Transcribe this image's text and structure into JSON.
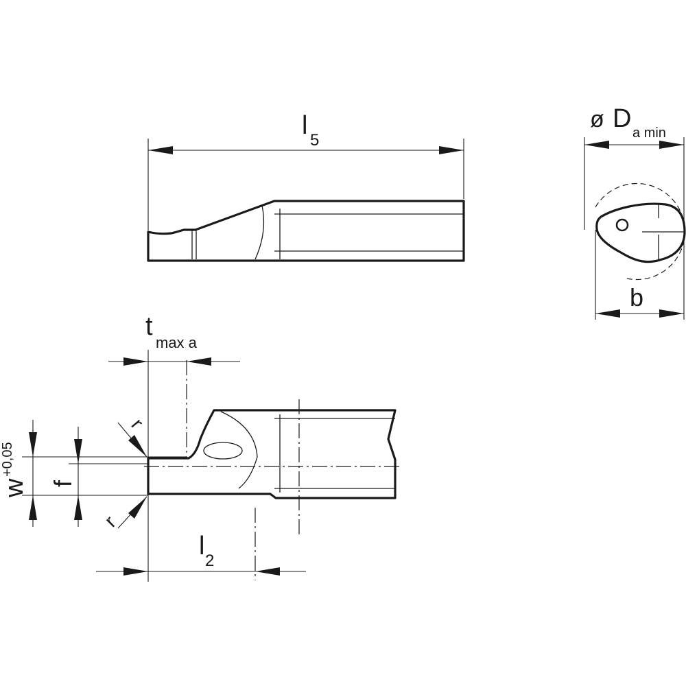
{
  "colors": {
    "carbide": "#f5d800",
    "shank": "#d6d6d6",
    "line": "#1a1a1a"
  },
  "labels": {
    "l5": {
      "main": "l",
      "sub": "5"
    },
    "da_min": {
      "prefix": "ø",
      "main": "D",
      "sub": "a min"
    },
    "b": {
      "main": "b"
    },
    "tmax_a": {
      "main": "t",
      "sub": "max a"
    },
    "r_top": {
      "main": "r"
    },
    "r_bottom": {
      "main": "r"
    },
    "w": {
      "main": "w",
      "sup": "+0,05"
    },
    "f": {
      "main": "f"
    },
    "l2": {
      "main": "l",
      "sub": "2"
    }
  }
}
